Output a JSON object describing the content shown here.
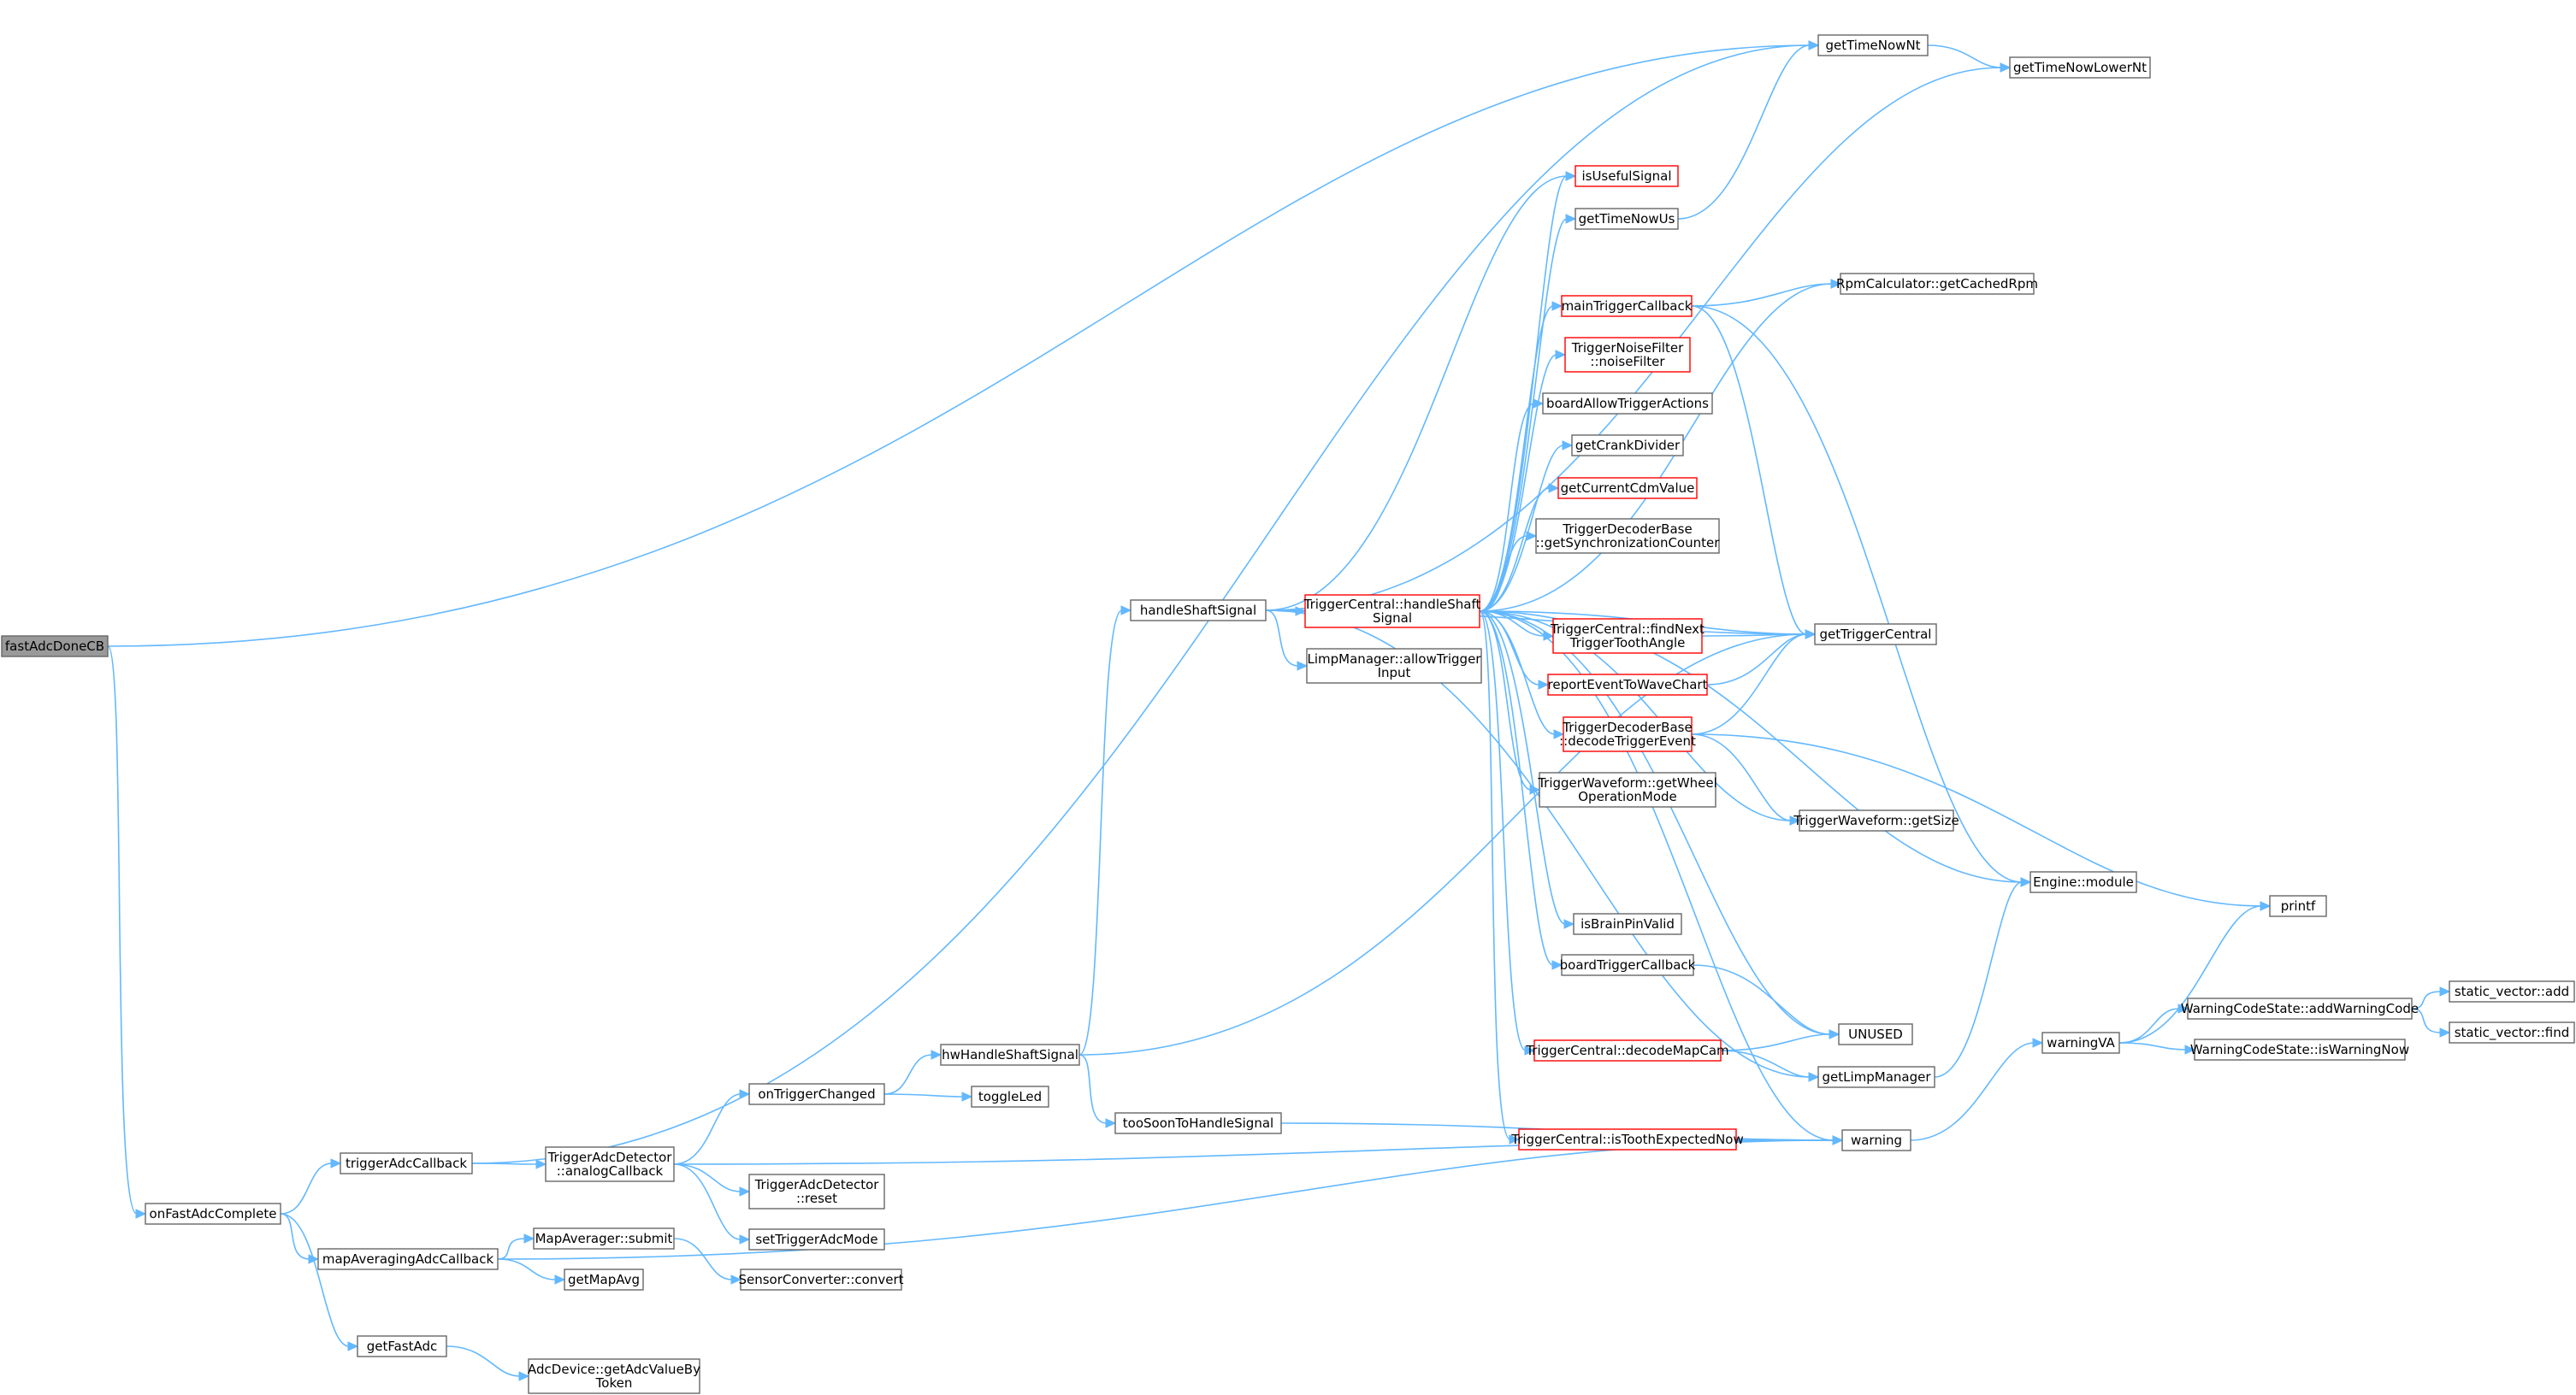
{
  "colors": {
    "edge": "#63b8ff",
    "node_border": "#666666",
    "node_border_red": "#ff0000",
    "root_fill": "#999999",
    "node_fill": "#ffffff"
  },
  "nodes": {
    "fastAdcDoneCB": [
      "fastAdcDoneCB"
    ],
    "onFastAdcComplete": [
      "onFastAdcComplete"
    ],
    "triggerAdcCallback": [
      "triggerAdcCallback"
    ],
    "mapAveragingAdcCallback": [
      "mapAveragingAdcCallback"
    ],
    "getFastAdc": [
      "getFastAdc"
    ],
    "TriggerAdcDetector_analogCallback": [
      "TriggerAdcDetector",
      "::analogCallback"
    ],
    "MapAverager_submit": [
      "MapAverager::submit"
    ],
    "getMapAvg": [
      "getMapAvg"
    ],
    "AdcDevice_getAdcValueByToken": [
      "AdcDevice::getAdcValueBy",
      "Token"
    ],
    "onTriggerChanged": [
      "onTriggerChanged"
    ],
    "TriggerAdcDetector_reset": [
      "TriggerAdcDetector",
      "::reset"
    ],
    "setTriggerAdcMode": [
      "setTriggerAdcMode"
    ],
    "SensorConverter_convert": [
      "SensorConverter::convert"
    ],
    "hwHandleShaftSignal": [
      "hwHandleShaftSignal"
    ],
    "toggleLed": [
      "toggleLed"
    ],
    "handleShaftSignal": [
      "handleShaftSignal"
    ],
    "tooSoonToHandleSignal": [
      "tooSoonToHandleSignal"
    ],
    "TriggerCentral_handleShaftSignal": [
      "TriggerCentral::handleShaft",
      "Signal"
    ],
    "LimpManager_allowTriggerInput": [
      "LimpManager::allowTrigger",
      "Input"
    ],
    "isUsefulSignal": [
      "isUsefulSignal"
    ],
    "getTimeNowUs": [
      "getTimeNowUs"
    ],
    "mainTriggerCallback": [
      "mainTriggerCallback"
    ],
    "TriggerNoiseFilter_noiseFilter": [
      "TriggerNoiseFilter",
      "::noiseFilter"
    ],
    "boardAllowTriggerActions": [
      "boardAllowTriggerActions"
    ],
    "getCrankDivider": [
      "getCrankDivider"
    ],
    "getCurrentCdmValue": [
      "getCurrentCdmValue"
    ],
    "TriggerDecoderBase_getSynchronizationCounter": [
      "TriggerDecoderBase",
      "::getSynchronizationCounter"
    ],
    "TriggerCentral_findNextTriggerToothAngle": [
      "TriggerCentral::findNext",
      "TriggerToothAngle"
    ],
    "reportEventToWaveChart": [
      "reportEventToWaveChart"
    ],
    "TriggerDecoderBase_decodeTriggerEvent": [
      "TriggerDecoderBase",
      "::decodeTriggerEvent"
    ],
    "TriggerWaveform_getWheelOperationMode": [
      "TriggerWaveform::getWheel",
      "OperationMode"
    ],
    "isBrainPinValid": [
      "isBrainPinValid"
    ],
    "boardTriggerCallback": [
      "boardTriggerCallback"
    ],
    "TriggerCentral_decodeMapCam": [
      "TriggerCentral::decodeMapCam"
    ],
    "TriggerCentral_isToothExpectedNow": [
      "TriggerCentral::isToothExpectedNow"
    ],
    "getTimeNowNt": [
      "getTimeNowNt"
    ],
    "getTimeNowLowerNt": [
      "getTimeNowLowerNt"
    ],
    "RpmCalculator_getCachedRpm": [
      "RpmCalculator::getCachedRpm"
    ],
    "getTriggerCentral": [
      "getTriggerCentral"
    ],
    "TriggerWaveform_getSize": [
      "TriggerWaveform::getSize"
    ],
    "Engine_module": [
      "Engine::module"
    ],
    "UNUSED": [
      "UNUSED"
    ],
    "getLimpManager": [
      "getLimpManager"
    ],
    "warning": [
      "warning"
    ],
    "warningVA": [
      "warningVA"
    ],
    "printf": [
      "printf"
    ],
    "WarningCodeState_addWarningCode": [
      "WarningCodeState::addWarningCode"
    ],
    "WarningCodeState_isWarningNow": [
      "WarningCodeState::isWarningNow"
    ],
    "static_vector_add": [
      "static_vector::add"
    ],
    "static_vector_find": [
      "static_vector::find"
    ]
  },
  "edges": [
    [
      "fastAdcDoneCB",
      "getTimeNowNt"
    ],
    [
      "fastAdcDoneCB",
      "onFastAdcComplete"
    ],
    [
      "onFastAdcComplete",
      "triggerAdcCallback"
    ],
    [
      "onFastAdcComplete",
      "mapAveragingAdcCallback"
    ],
    [
      "onFastAdcComplete",
      "getFastAdc"
    ],
    [
      "triggerAdcCallback",
      "getTimeNowNt"
    ],
    [
      "triggerAdcCallback",
      "TriggerAdcDetector_analogCallback"
    ],
    [
      "mapAveragingAdcCallback",
      "MapAverager_submit"
    ],
    [
      "mapAveragingAdcCallback",
      "getMapAvg"
    ],
    [
      "mapAveragingAdcCallback",
      "warning"
    ],
    [
      "getFastAdc",
      "AdcDevice_getAdcValueByToken"
    ],
    [
      "TriggerAdcDetector_analogCallback",
      "onTriggerChanged"
    ],
    [
      "TriggerAdcDetector_analogCallback",
      "TriggerAdcDetector_reset"
    ],
    [
      "TriggerAdcDetector_analogCallback",
      "setTriggerAdcMode"
    ],
    [
      "TriggerAdcDetector_analogCallback",
      "warning"
    ],
    [
      "MapAverager_submit",
      "SensorConverter_convert"
    ],
    [
      "onTriggerChanged",
      "hwHandleShaftSignal"
    ],
    [
      "onTriggerChanged",
      "toggleLed"
    ],
    [
      "hwHandleShaftSignal",
      "handleShaftSignal"
    ],
    [
      "hwHandleShaftSignal",
      "tooSoonToHandleSignal"
    ],
    [
      "hwHandleShaftSignal",
      "getTriggerCentral"
    ],
    [
      "tooSoonToHandleSignal",
      "warning"
    ],
    [
      "handleShaftSignal",
      "TriggerCentral_handleShaftSignal"
    ],
    [
      "handleShaftSignal",
      "LimpManager_allowTriggerInput"
    ],
    [
      "handleShaftSignal",
      "isUsefulSignal"
    ],
    [
      "handleShaftSignal",
      "getTimeNowLowerNt"
    ],
    [
      "handleShaftSignal",
      "getTriggerCentral"
    ],
    [
      "handleShaftSignal",
      "getLimpManager"
    ],
    [
      "TriggerCentral_handleShaftSignal",
      "isUsefulSignal"
    ],
    [
      "TriggerCentral_handleShaftSignal",
      "getTimeNowUs"
    ],
    [
      "TriggerCentral_handleShaftSignal",
      "RpmCalculator_getCachedRpm"
    ],
    [
      "TriggerCentral_handleShaftSignal",
      "mainTriggerCallback"
    ],
    [
      "TriggerCentral_handleShaftSignal",
      "TriggerNoiseFilter_noiseFilter"
    ],
    [
      "TriggerCentral_handleShaftSignal",
      "boardAllowTriggerActions"
    ],
    [
      "TriggerCentral_handleShaftSignal",
      "getCrankDivider"
    ],
    [
      "TriggerCentral_handleShaftSignal",
      "getCurrentCdmValue"
    ],
    [
      "TriggerCentral_handleShaftSignal",
      "TriggerDecoderBase_getSynchronizationCounter"
    ],
    [
      "TriggerCentral_handleShaftSignal",
      "getTriggerCentral"
    ],
    [
      "TriggerCentral_handleShaftSignal",
      "TriggerCentral_findNextTriggerToothAngle"
    ],
    [
      "TriggerCentral_handleShaftSignal",
      "reportEventToWaveChart"
    ],
    [
      "TriggerCentral_handleShaftSignal",
      "TriggerDecoderBase_decodeTriggerEvent"
    ],
    [
      "TriggerCentral_handleShaftSignal",
      "TriggerWaveform_getWheelOperationMode"
    ],
    [
      "TriggerCentral_handleShaftSignal",
      "TriggerWaveform_getSize"
    ],
    [
      "TriggerCentral_handleShaftSignal",
      "Engine_module"
    ],
    [
      "TriggerCentral_handleShaftSignal",
      "isBrainPinValid"
    ],
    [
      "TriggerCentral_handleShaftSignal",
      "boardTriggerCallback"
    ],
    [
      "TriggerCentral_handleShaftSignal",
      "TriggerCentral_decodeMapCam"
    ],
    [
      "TriggerCentral_handleShaftSignal",
      "TriggerCentral_isToothExpectedNow"
    ],
    [
      "TriggerCentral_handleShaftSignal",
      "UNUSED"
    ],
    [
      "TriggerCentral_handleShaftSignal",
      "warning"
    ],
    [
      "getTimeNowUs",
      "getTimeNowNt"
    ],
    [
      "getTimeNowNt",
      "getTimeNowLowerNt"
    ],
    [
      "mainTriggerCallback",
      "RpmCalculator_getCachedRpm"
    ],
    [
      "mainTriggerCallback",
      "getTriggerCentral"
    ],
    [
      "mainTriggerCallback",
      "Engine_module"
    ],
    [
      "TriggerCentral_findNextTriggerToothAngle",
      "getTriggerCentral"
    ],
    [
      "reportEventToWaveChart",
      "getTriggerCentral"
    ],
    [
      "TriggerDecoderBase_decodeTriggerEvent",
      "getTriggerCentral"
    ],
    [
      "TriggerDecoderBase_decodeTriggerEvent",
      "TriggerWaveform_getSize"
    ],
    [
      "TriggerDecoderBase_decodeTriggerEvent",
      "printf"
    ],
    [
      "boardTriggerCallback",
      "UNUSED"
    ],
    [
      "TriggerCentral_decodeMapCam",
      "UNUSED"
    ],
    [
      "TriggerCentral_decodeMapCam",
      "getLimpManager"
    ],
    [
      "TriggerCentral_isToothExpectedNow",
      "warning"
    ],
    [
      "getLimpManager",
      "Engine_module"
    ],
    [
      "warning",
      "warningVA"
    ],
    [
      "warningVA",
      "printf"
    ],
    [
      "warningVA",
      "WarningCodeState_addWarningCode"
    ],
    [
      "warningVA",
      "WarningCodeState_isWarningNow"
    ],
    [
      "WarningCodeState_addWarningCode",
      "static_vector_add"
    ],
    [
      "WarningCodeState_addWarningCode",
      "static_vector_find"
    ]
  ]
}
